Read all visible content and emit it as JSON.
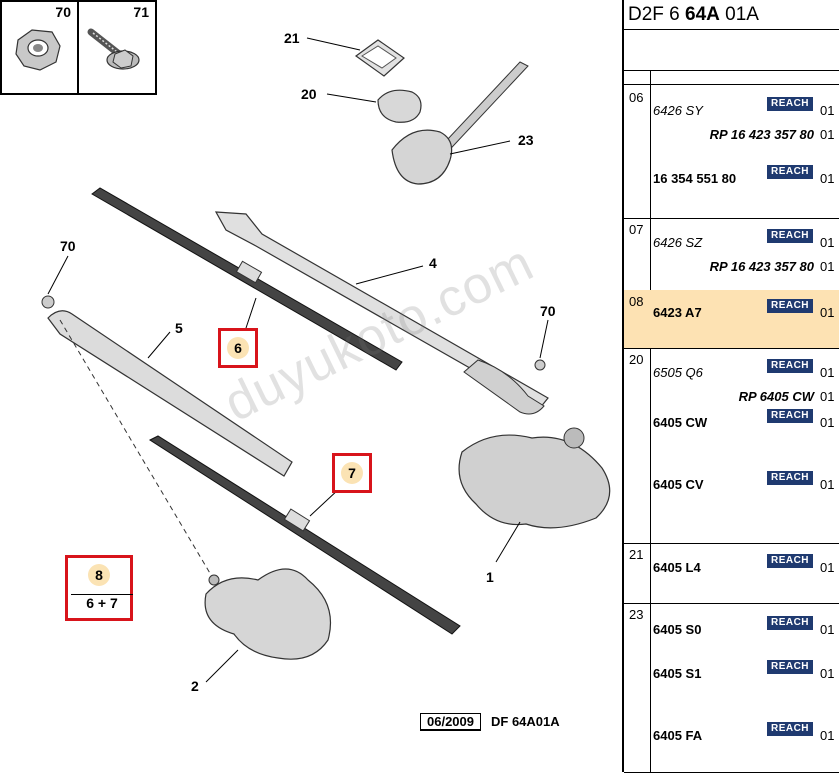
{
  "header": {
    "prefix": "D2F 6 ",
    "bold": "64A",
    "suffix": " 01A"
  },
  "thumbnails": [
    {
      "number": "70"
    },
    {
      "number": "71"
    }
  ],
  "callouts": {
    "c21": "21",
    "c20": "20",
    "c23": "23",
    "c4": "4",
    "c70a": "70",
    "c70b": "70",
    "c5": "5",
    "c1": "1",
    "c2": "2"
  },
  "highlight_boxes": {
    "box6": "6",
    "box7": "7",
    "box8": {
      "top": "8",
      "bottom": "6 + 7"
    }
  },
  "footer": {
    "date": "06/2009",
    "code": "DF 64A01A"
  },
  "watermark": "duyukoto.com",
  "parts": [
    {
      "group": "06",
      "rows": [
        {
          "ref": "6426 SY",
          "italic": true,
          "reach": "REACH",
          "qty": "01"
        },
        {
          "ref": "RP 16 423 357 80",
          "sub": true,
          "qty": "01"
        },
        {
          "ref": "16 354 551 80",
          "italic": false,
          "reach": "REACH",
          "qty": "01"
        }
      ]
    },
    {
      "group": "07",
      "rows": [
        {
          "ref": "6426 SZ",
          "italic": true,
          "reach": "REACH",
          "qty": "01"
        },
        {
          "ref": "RP 16 423 357 80",
          "sub": true,
          "qty": "01"
        }
      ]
    },
    {
      "group": "08",
      "highlight": true,
      "rows": [
        {
          "ref": "6423 A7",
          "italic": false,
          "reach": "REACH",
          "qty": "01"
        }
      ]
    },
    {
      "group": "20",
      "rows": [
        {
          "ref": "6505 Q6",
          "italic": true,
          "reach": "REACH",
          "qty": "01"
        },
        {
          "ref": "RP 6405 CW",
          "sub": true,
          "qty": "01"
        },
        {
          "ref": "6405 CW",
          "italic": false,
          "reach": "REACH",
          "qty": "01"
        },
        {
          "ref": "6405 CV",
          "italic": false,
          "reach": "REACH",
          "qty": "01"
        }
      ]
    },
    {
      "group": "21",
      "rows": [
        {
          "ref": "6405 L4",
          "italic": false,
          "reach": "REACH",
          "qty": "01"
        }
      ]
    },
    {
      "group": "23",
      "rows": [
        {
          "ref": "6405 S0",
          "italic": false,
          "reach": "REACH",
          "qty": "01"
        },
        {
          "ref": "6405 S1",
          "italic": false,
          "reach": "REACH",
          "qty": "01"
        },
        {
          "ref": "6405 FA",
          "italic": false,
          "reach": "REACH",
          "qty": "01"
        }
      ]
    }
  ],
  "colors": {
    "highlight_row": "#fde2b3",
    "highlight_border": "#d8141b",
    "reach_badge": "#1f3a70"
  }
}
